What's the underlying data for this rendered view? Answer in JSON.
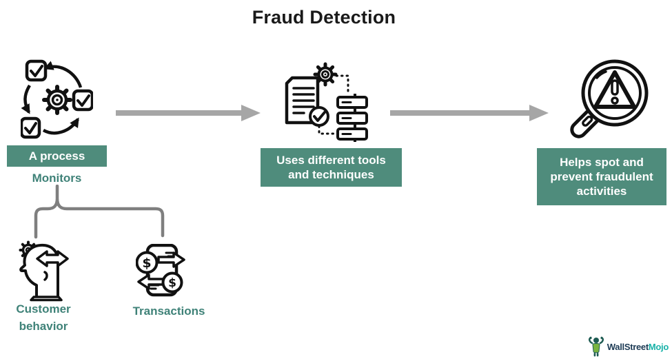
{
  "title": "Fraud Detection",
  "colors": {
    "accent_green": "#4f8c7c",
    "teal_text": "#3f8278",
    "arrow_gray": "#a6a6a6",
    "bracket_gray": "#7f7f7f",
    "logo_navy": "#1d3b55",
    "logo_teal": "#18b2a8",
    "title_black": "#1a1a1a"
  },
  "flow": {
    "step1": {
      "badge": "A process",
      "sublabel": "Monitors",
      "icon": "process-cycle-icon"
    },
    "step2": {
      "badge": "Uses different tools\nand techniques",
      "icon": "document-gear-checklist-icon"
    },
    "step3": {
      "badge": "Helps spot and\nprevent fraudulent\nactivities",
      "icon": "magnifier-warning-icon"
    }
  },
  "monitored_items": [
    {
      "label": "Customer\nbehavior",
      "icon": "customer-behavior-icon"
    },
    {
      "label": "Transactions",
      "icon": "transactions-icon"
    }
  ],
  "logo": {
    "brand_part1": "WallStreet",
    "brand_part2": "Mojo",
    "mascot": "mascot-icon"
  }
}
